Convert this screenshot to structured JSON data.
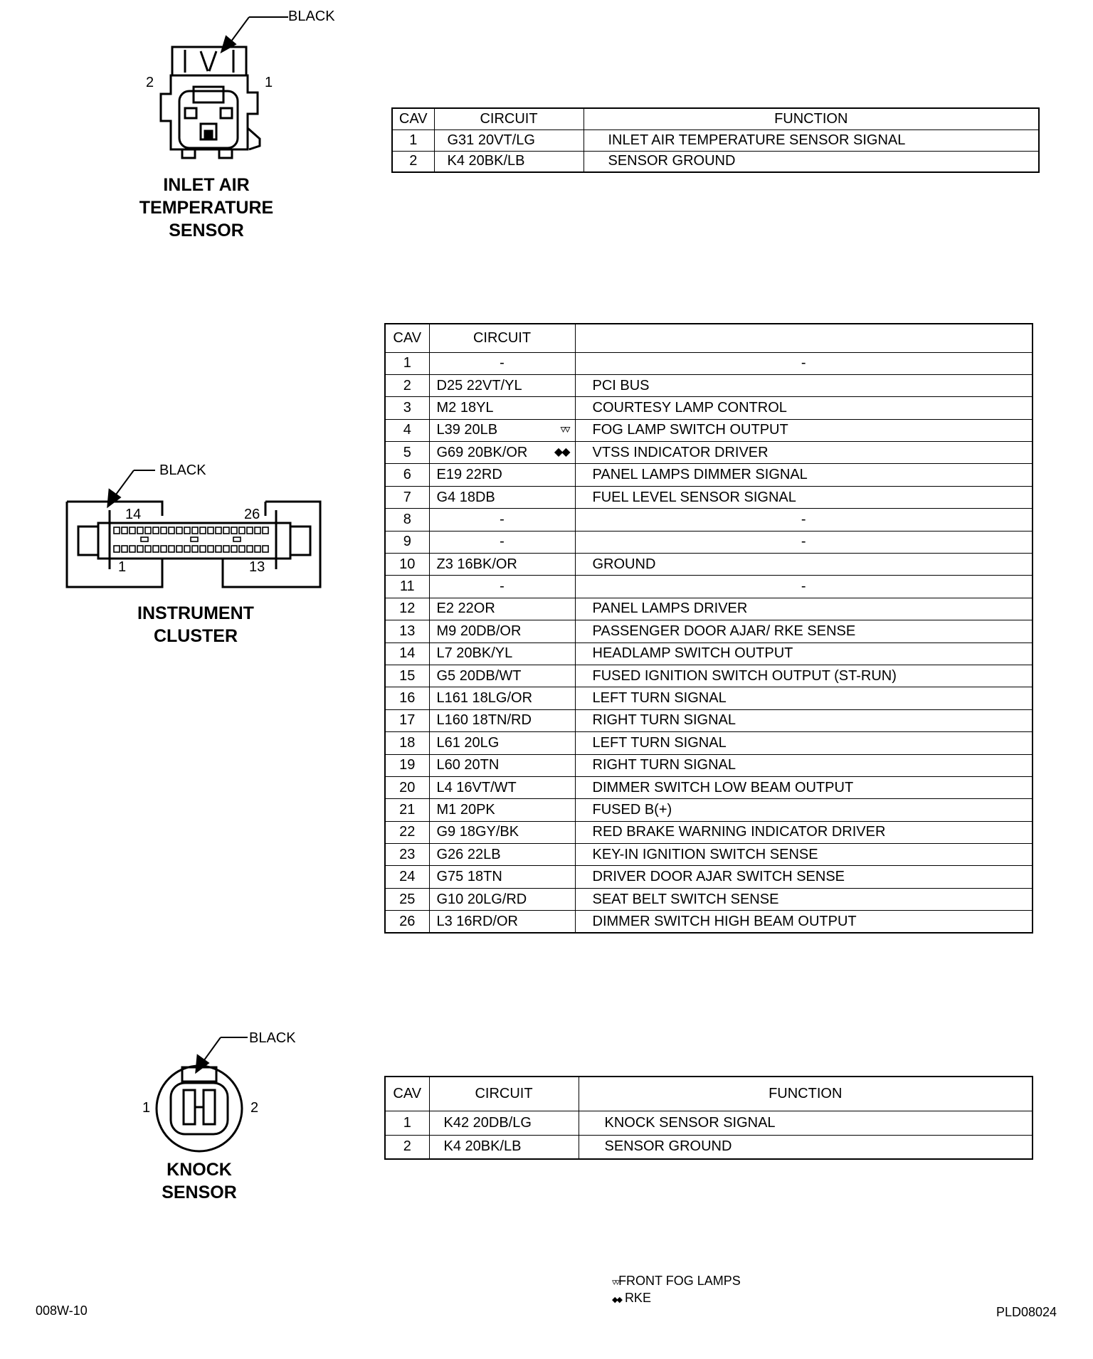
{
  "connectors": [
    {
      "title_lines": [
        "INLET AIR",
        "TEMPERATURE",
        "SENSOR"
      ],
      "color_label": "BLACK",
      "pin_labels": [
        "2",
        "1"
      ],
      "headers": [
        "CAV",
        "CIRCUIT",
        "FUNCTION"
      ],
      "rows": [
        {
          "cav": "1",
          "circuit": "G31   20VT/LG",
          "mark": "",
          "function": "INLET AIR TEMPERATURE SENSOR SIGNAL"
        },
        {
          "cav": "2",
          "circuit": "K4  20BK/LB",
          "mark": "",
          "function": "SENSOR GROUND"
        }
      ]
    },
    {
      "title_lines": [
        "INSTRUMENT",
        "CLUSTER"
      ],
      "color_label": "BLACK",
      "pin_labels": [
        "14",
        "26",
        "1",
        "13"
      ],
      "headers": [
        "CAV",
        "CIRCUIT",
        ""
      ],
      "rows": [
        {
          "cav": "1",
          "circuit": "-",
          "mark": "",
          "function": "-"
        },
        {
          "cav": "2",
          "circuit": "D25 22VT/YL",
          "mark": "",
          "function": "PCI BUS"
        },
        {
          "cav": "3",
          "circuit": "M2 18YL",
          "mark": "",
          "function": "COURTESY LAMP CONTROL"
        },
        {
          "cav": "4",
          "circuit": "L39 20LB",
          "mark": "▿▿",
          "function": "FOG LAMP SWITCH OUTPUT"
        },
        {
          "cav": "5",
          "circuit": "G69 20BK/OR",
          "mark": "◆◆",
          "function": "VTSS INDICATOR DRIVER"
        },
        {
          "cav": "6",
          "circuit": "E19 22RD",
          "mark": "",
          "function": "PANEL LAMPS DIMMER SIGNAL"
        },
        {
          "cav": "7",
          "circuit": "G4 18DB",
          "mark": "",
          "function": "FUEL LEVEL SENSOR SIGNAL"
        },
        {
          "cav": "8",
          "circuit": "-",
          "mark": "",
          "function": "-"
        },
        {
          "cav": "9",
          "circuit": "-",
          "mark": "",
          "function": "-"
        },
        {
          "cav": "10",
          "circuit": "Z3 16BK/OR",
          "mark": "",
          "function": "GROUND"
        },
        {
          "cav": "11",
          "circuit": "-",
          "mark": "",
          "function": "-"
        },
        {
          "cav": "12",
          "circuit": "E2 22OR",
          "mark": "",
          "function": "PANEL LAMPS DRIVER"
        },
        {
          "cav": "13",
          "circuit": "M9 20DB/OR",
          "mark": "",
          "function": "PASSENGER DOOR AJAR/ RKE SENSE"
        },
        {
          "cav": "14",
          "circuit": "L7 20BK/YL",
          "mark": "",
          "function": "HEADLAMP SWITCH OUTPUT"
        },
        {
          "cav": "15",
          "circuit": "G5 20DB/WT",
          "mark": "",
          "function": "FUSED IGNITION SWITCH OUTPUT (ST-RUN)"
        },
        {
          "cav": "16",
          "circuit": "L161 18LG/OR",
          "mark": "",
          "function": "LEFT TURN SIGNAL"
        },
        {
          "cav": "17",
          "circuit": "L160 18TN/RD",
          "mark": "",
          "function": "RIGHT TURN SIGNAL"
        },
        {
          "cav": "18",
          "circuit": "L61 20LG",
          "mark": "",
          "function": "LEFT TURN SIGNAL"
        },
        {
          "cav": "19",
          "circuit": "L60 20TN",
          "mark": "",
          "function": "RIGHT TURN SIGNAL"
        },
        {
          "cav": "20",
          "circuit": "L4 16VT/WT",
          "mark": "",
          "function": "DIMMER SWITCH LOW BEAM OUTPUT"
        },
        {
          "cav": "21",
          "circuit": "M1 20PK",
          "mark": "",
          "function": "FUSED B(+)"
        },
        {
          "cav": "22",
          "circuit": "G9 18GY/BK",
          "mark": "",
          "function": "RED BRAKE WARNING INDICATOR DRIVER"
        },
        {
          "cav": "23",
          "circuit": "G26 22LB",
          "mark": "",
          "function": "KEY-IN IGNITION SWITCH SENSE"
        },
        {
          "cav": "24",
          "circuit": "G75 18TN",
          "mark": "",
          "function": "DRIVER DOOR AJAR SWITCH SENSE"
        },
        {
          "cav": "25",
          "circuit": "G10 20LG/RD",
          "mark": "",
          "function": "SEAT BELT SWITCH SENSE"
        },
        {
          "cav": "26",
          "circuit": "L3 16RD/OR",
          "mark": "",
          "function": "DIMMER SWITCH HIGH BEAM OUTPUT"
        }
      ]
    },
    {
      "title_lines": [
        "KNOCK",
        "SENSOR"
      ],
      "color_label": "BLACK",
      "pin_labels": [
        "1",
        "2"
      ],
      "headers": [
        "CAV",
        "CIRCUIT",
        "FUNCTION"
      ],
      "rows": [
        {
          "cav": "1",
          "circuit": "K42  20DB/LG",
          "mark": "",
          "function": "KNOCK SENSOR SIGNAL"
        },
        {
          "cav": "2",
          "circuit": "K4  20BK/LB",
          "mark": "",
          "function": "SENSOR GROUND"
        }
      ]
    }
  ],
  "legend": [
    {
      "symbol": "▿▿",
      "text": "FRONT FOG LAMPS"
    },
    {
      "symbol": "◆◆",
      "text": "RKE"
    }
  ],
  "footer": {
    "left": "008W-10",
    "right": "PLD08024"
  }
}
